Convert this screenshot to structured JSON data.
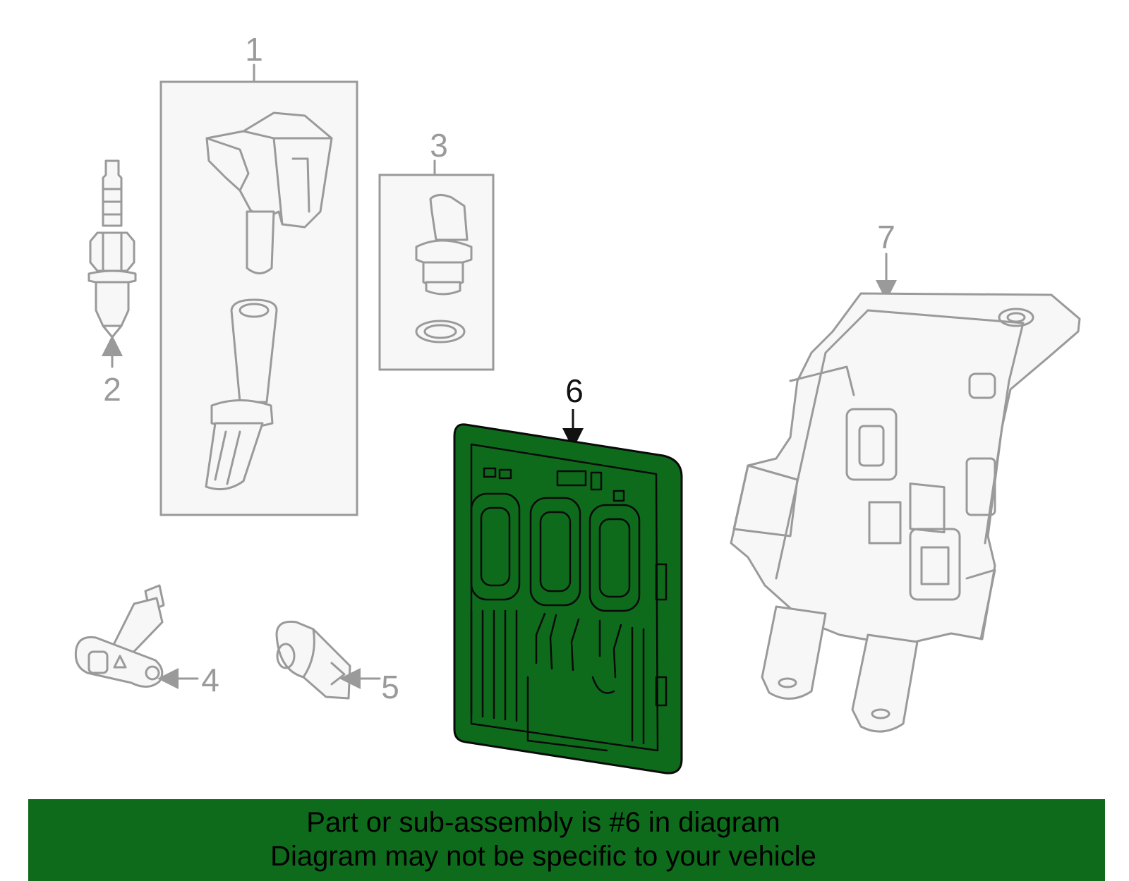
{
  "diagram": {
    "callouts": {
      "c1": "1",
      "c2": "2",
      "c3": "3",
      "c4": "4",
      "c5": "5",
      "c6": "6",
      "c7": "7"
    },
    "highlight_color": "#0f6b1c",
    "line_color": "#9a9a9a",
    "parts": [
      {
        "callout": "1",
        "icon": "ignition-coil-icon"
      },
      {
        "callout": "2",
        "icon": "spark-plug-icon"
      },
      {
        "callout": "3",
        "icon": "sensor-with-o-ring-icon"
      },
      {
        "callout": "4",
        "icon": "position-sensor-icon"
      },
      {
        "callout": "5",
        "icon": "knock-sensor-icon"
      },
      {
        "callout": "6",
        "icon": "engine-control-module-icon",
        "highlighted": true
      },
      {
        "callout": "7",
        "icon": "mounting-bracket-icon"
      }
    ]
  },
  "banner": {
    "line1": "Part or sub-assembly is #6 in diagram",
    "line2": "Diagram may not be specific to your vehicle",
    "background": "#0f6b1c"
  }
}
